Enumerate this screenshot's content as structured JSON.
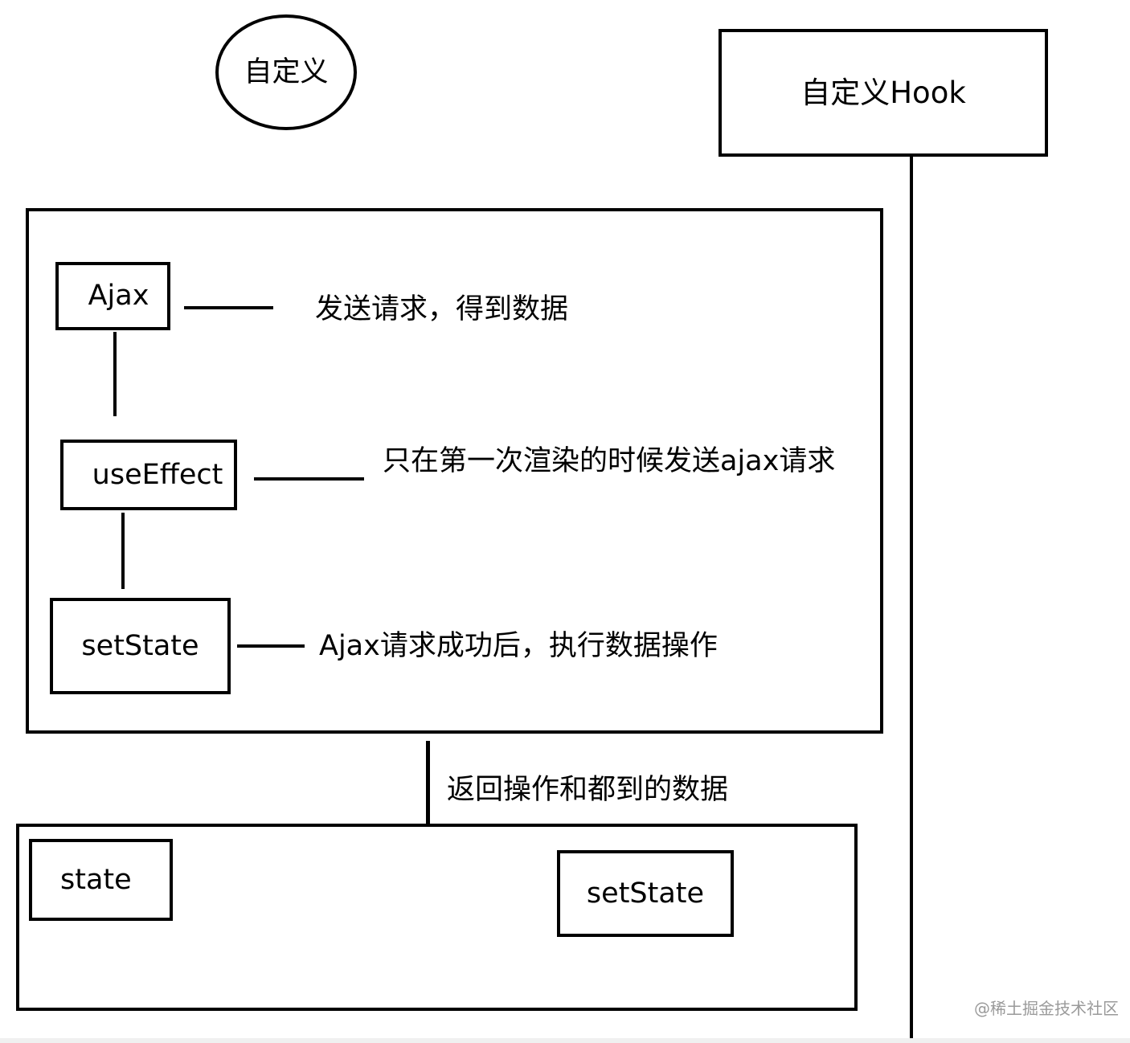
{
  "header": {
    "ellipse_label": "自定义",
    "hook_box_label": "自定义Hook"
  },
  "hook_flow": {
    "ajax_label": "Ajax",
    "ajax_desc": "发送请求，得到数据",
    "effect_label": "useEffect",
    "effect_desc": "只在第一次渲染的时候发送ajax请求",
    "setstate_label": "setState",
    "setstate_desc": "Ajax请求成功后，执行数据操作"
  },
  "return_label": "返回操作和都到的数据",
  "result": {
    "state_label": "state",
    "setstate_label": "setState"
  },
  "watermark": "@稀土掘金技术社区"
}
